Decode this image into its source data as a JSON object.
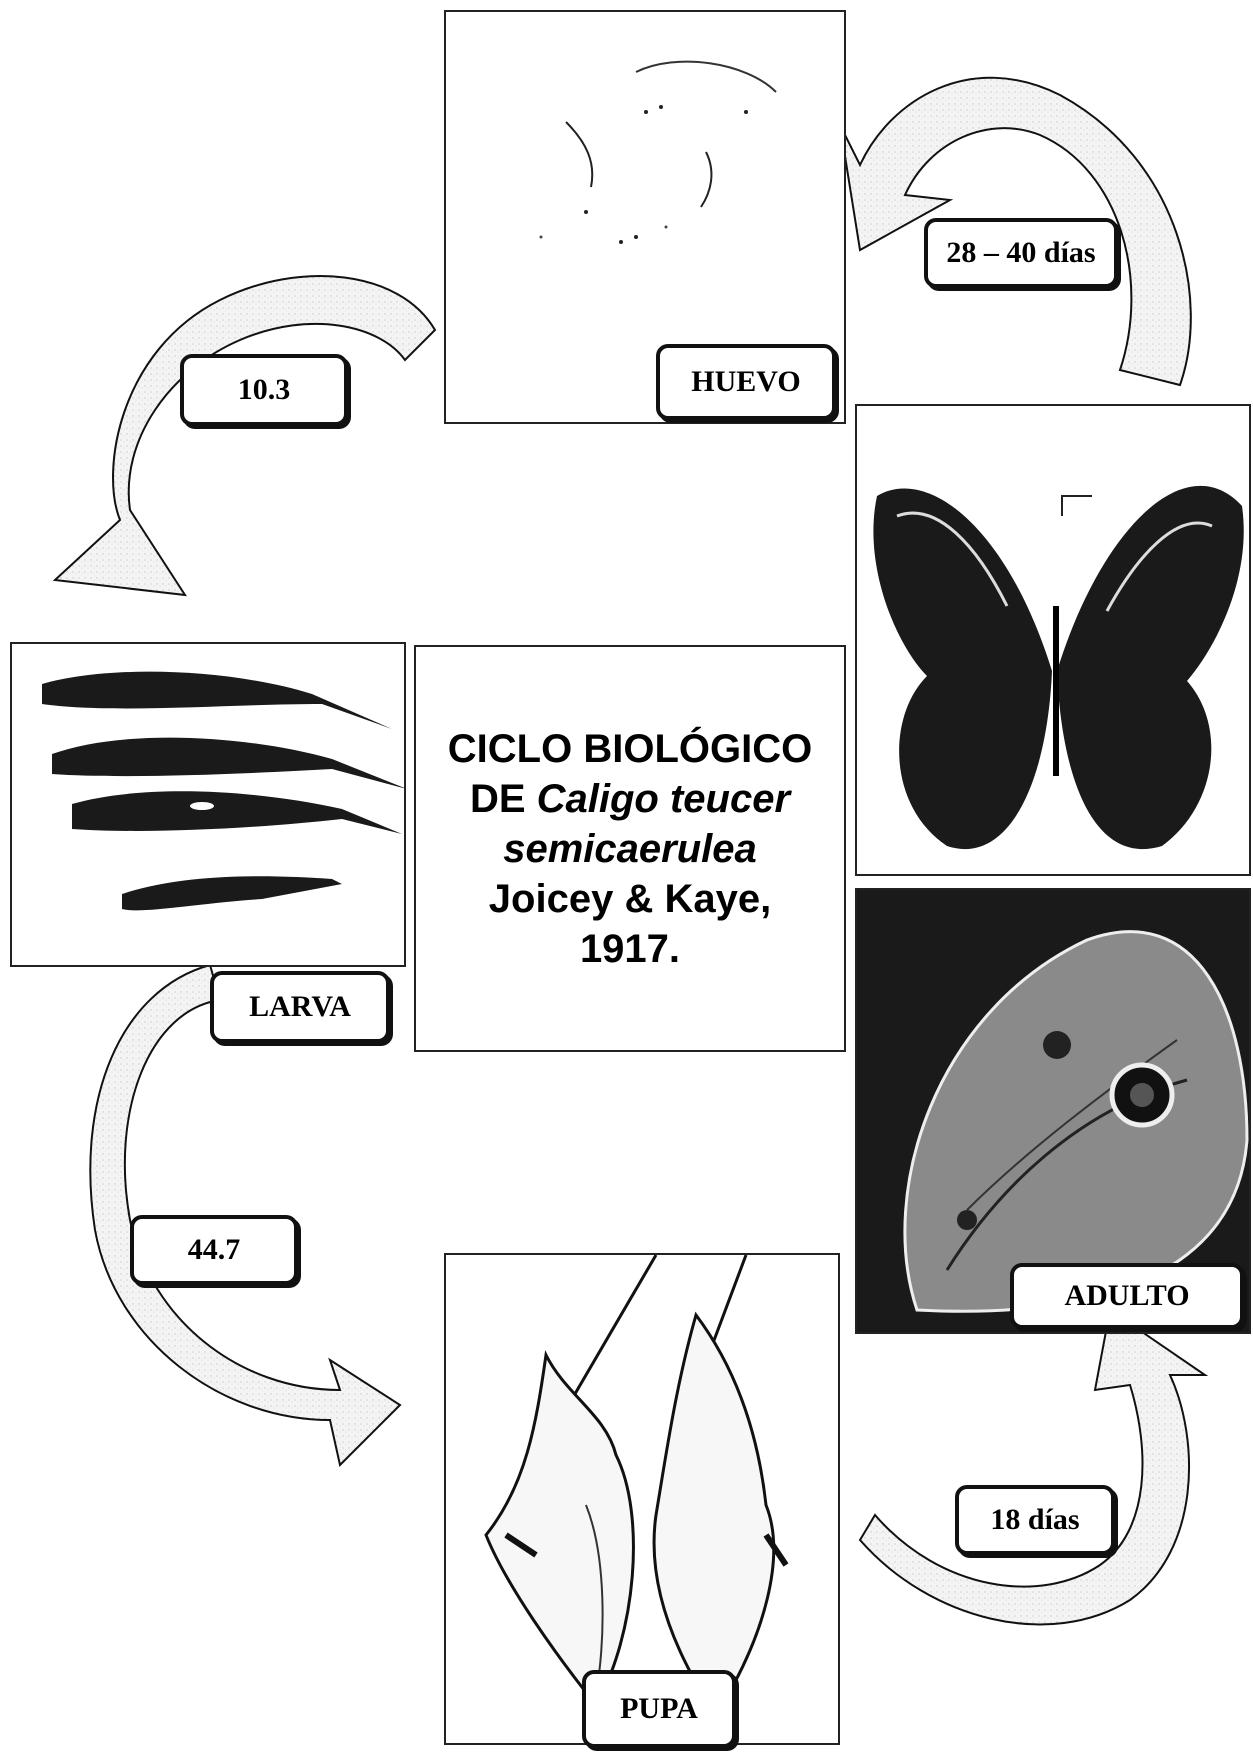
{
  "title": {
    "line1": "CICLO BIOLÓGICO",
    "line2_prefix": "DE ",
    "line2_italic": "Caligo teucer",
    "line3_italic": "semicaerulea",
    "line4": "Joicey & Kaye,",
    "line5": "1917."
  },
  "stages": {
    "egg": "HUEVO",
    "larva": "LARVA",
    "pupa": "PUPA",
    "adult": "ADULTO"
  },
  "durations": {
    "adult_to_egg": "28 – 40  días",
    "egg_to_larva": "10.3",
    "larva_to_pupa": "44.7",
    "pupa_to_adult": "18 días"
  },
  "colors": {
    "ink": "#111111",
    "arrow_fill": "#f3f3f3",
    "photo_dark": "#1a1a1a"
  }
}
